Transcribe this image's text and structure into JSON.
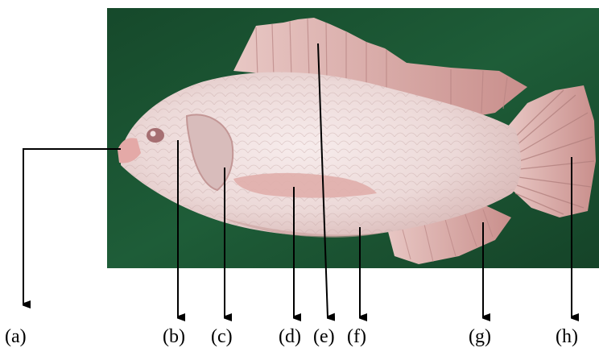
{
  "figure": {
    "labels": {
      "a": "(a)",
      "b": "(b)",
      "c": "(c)",
      "d": "(d)",
      "e": "(e)",
      "f": "(f)",
      "g": "(g)",
      "h": "(h)"
    },
    "colors": {
      "background_cloth": "#1f5c37",
      "fish_body": "#ecdcdc",
      "fish_fins": "#d9a8a6",
      "arrow": "#000000"
    }
  }
}
